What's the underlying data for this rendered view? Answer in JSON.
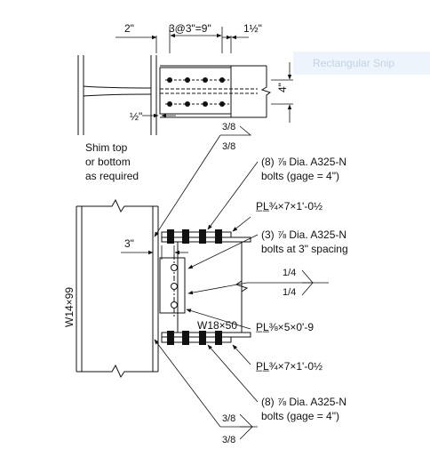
{
  "plan_dims": {
    "left_dim": "2\"",
    "bolt_spacing": "3@3\"=9\"",
    "edge_dim": "1½\"",
    "gage": "4\"",
    "shim_gap": "½\""
  },
  "shim_note": [
    "Shim top",
    "or bottom",
    "as required"
  ],
  "weld_top": {
    "upper": "3/8",
    "lower": "3/8"
  },
  "weld_mid": {
    "upper": "1/4",
    "lower": "1/4"
  },
  "weld_bottom": {
    "upper": "3/8",
    "lower": "3/8"
  },
  "top_bolts": [
    "(8) ⅞ Dia. A325-N",
    "bolts (gage = 4\")"
  ],
  "top_plate": "P̲L̲¾×7×1'-0½",
  "web_bolts": [
    "(3) ⅞ Dia. A325-N",
    "bolts at 3\" spacing"
  ],
  "shear_plate": "P̲L̲⅜×5×0'-9",
  "bottom_plate": "P̲L̲¾×7×1'-0½",
  "bottom_bolts": [
    "(8) ⅞ Dia. A325-N",
    "bolts (gage = 4\")"
  ],
  "setback_dim": "3\"",
  "column_label": "W14×99",
  "beam_label": "W18×50",
  "snip_overlay": "Rectangular Snip"
}
